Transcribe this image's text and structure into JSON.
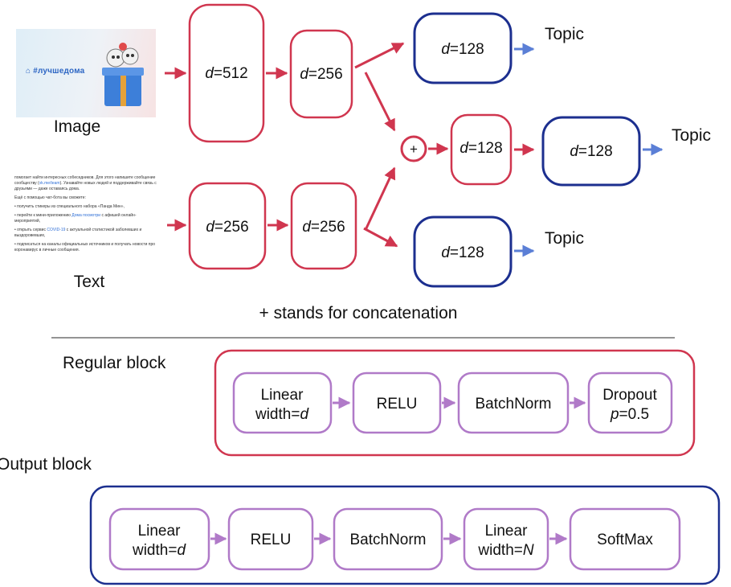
{
  "top": {
    "image_label": "Image",
    "image_hashtag": "#лучшедома",
    "text_label": "Text",
    "text_sample": {
      "line1": "помогает найти интересных собеседников. Для этого напишите сообщение сообществу (",
      "line1_link": "vk.me/team",
      "line1_end": "). Узнавайте новых людей и поддерживайте связь с друзьями — даже оставаясь дома.",
      "line2": "Ещё с помощью чат-бота вы сможете:",
      "line3": "• получить стикеры из специального набора «Панда Мин»,",
      "line4a": "• перейти к мини-приложению ",
      "line4_link": "Дома посмотри",
      "line4b": " с афишей онлайн-мероприятий,",
      "line5a": "• открыть сервис ",
      "line5_link": "COVID-19",
      "line5b": " с актуальной статистикой заболевших и выздоровевших,",
      "line6": "• подписаться на каналы официальных источников и получать новости про коронавирус в личные сообщения."
    },
    "image_branch": {
      "box1": {
        "var": "d",
        "val": "=512"
      },
      "box2": {
        "var": "d",
        "val": "=256"
      }
    },
    "text_branch": {
      "box1": {
        "var": "d",
        "val": "=256"
      },
      "box2": {
        "var": "d",
        "val": "=256"
      }
    },
    "heads": {
      "image_head": {
        "var": "d",
        "val": "=128",
        "output": "Topic"
      },
      "concat_box": {
        "var": "d",
        "val": "=128"
      },
      "concat_head": {
        "var": "d",
        "val": "=128",
        "output": "Topic"
      },
      "text_head": {
        "var": "d",
        "val": "=128",
        "output": "Topic"
      }
    },
    "concat_symbol": "+",
    "caption": "+ stands for concatenation"
  },
  "regular_block": {
    "title": "Regular block",
    "steps": [
      {
        "line1": "Linear",
        "line2_prefix": "width=",
        "line2_var": "d"
      },
      {
        "line1": "RELU"
      },
      {
        "line1": "BatchNorm"
      },
      {
        "line1": "Dropout",
        "line2_var": "p",
        "line2_suffix": "=0.5"
      }
    ]
  },
  "output_block": {
    "title": "Output block",
    "steps": [
      {
        "line1": "Linear",
        "line2_prefix": "width=",
        "line2_var": "d"
      },
      {
        "line1": "RELU"
      },
      {
        "line1": "BatchNorm"
      },
      {
        "line1": "Linear",
        "line2_prefix": "width=",
        "line2_var": "N"
      },
      {
        "line1": "SoftMax"
      }
    ]
  },
  "colors": {
    "red": "#d0364f",
    "navy": "#1c2f8f",
    "purple": "#b07ac8",
    "blue_arrow": "#5b7fd6"
  }
}
